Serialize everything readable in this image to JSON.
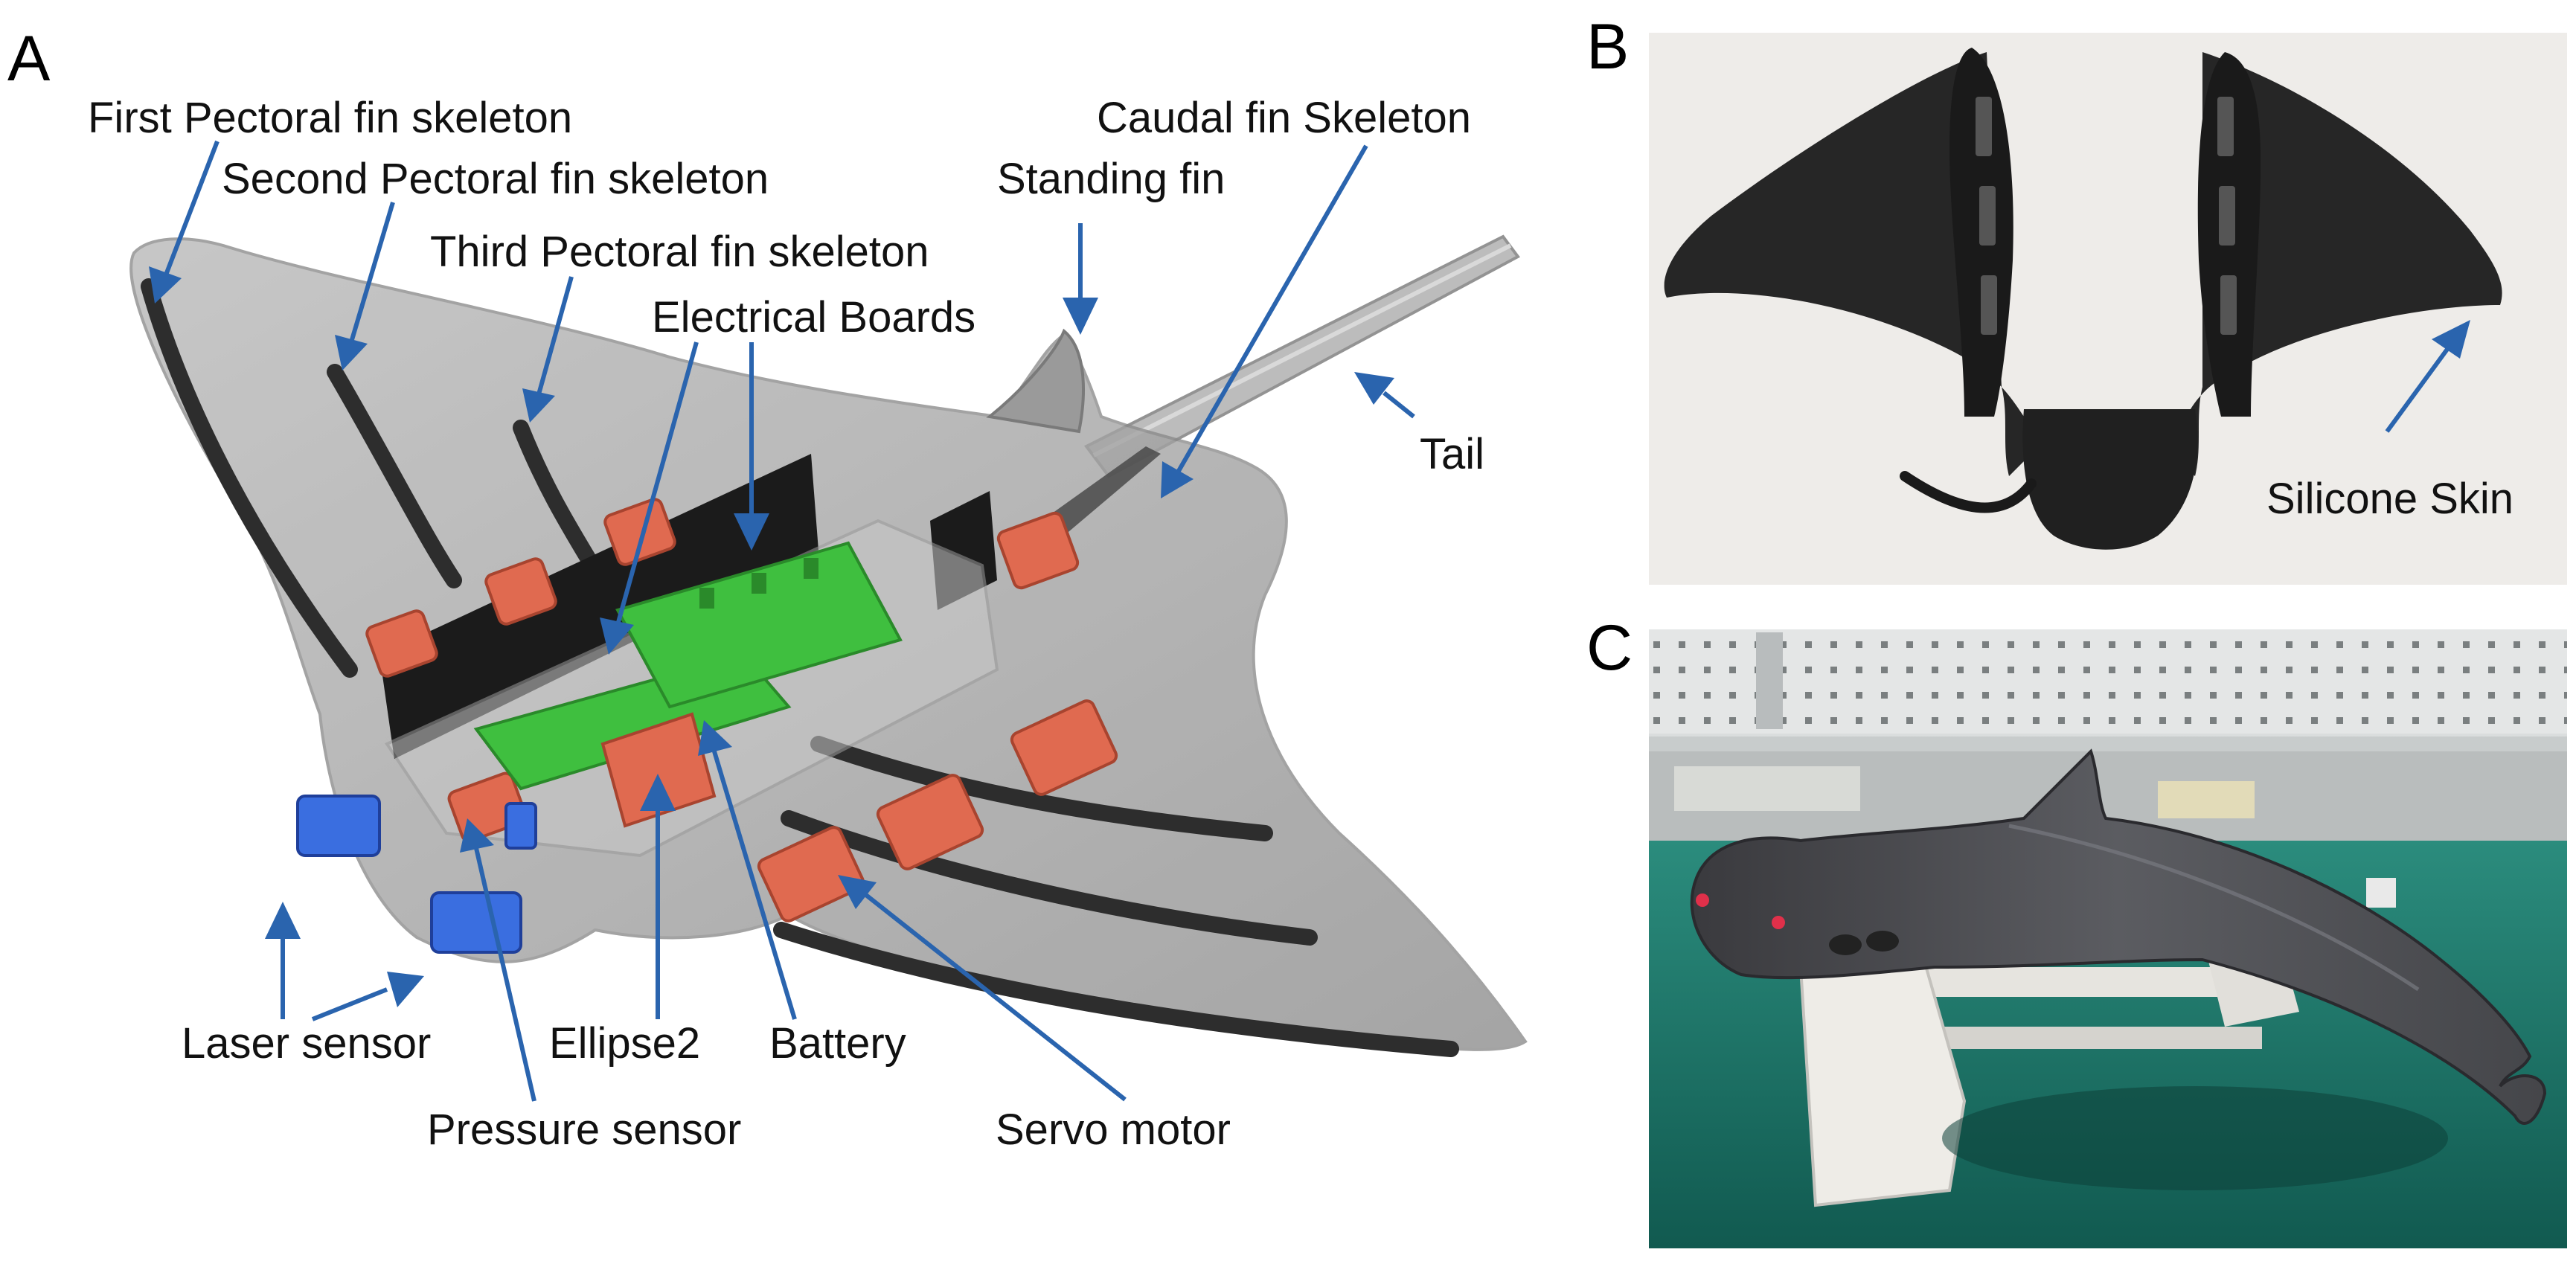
{
  "panels": {
    "a": "A",
    "b": "B",
    "c": "C"
  },
  "labels": {
    "first_pectoral": "First Pectoral fin skeleton",
    "second_pectoral": "Second Pectoral fin skeleton",
    "third_pectoral": "Third Pectoral fin skeleton",
    "electrical_boards": "Electrical Boards",
    "standing_fin": "Standing fin",
    "caudal_fin": "Caudal fin Skeleton",
    "tail": "Tail",
    "laser_sensor": "Laser sensor",
    "ellipse2": "Ellipse2",
    "battery": "Battery",
    "pressure_sensor": "Pressure sensor",
    "servo_motor": "Servo motor",
    "silicone_skin": "Silicone Skin"
  },
  "colors": {
    "arrow": "#2a64ae",
    "board": "#3fbf3f",
    "servo": "#e06a50",
    "sensor": "#3a6ee0",
    "body_translucent": "#8a8a8a",
    "fin_skin": "#262626",
    "table_teal": "#1f7f72"
  }
}
